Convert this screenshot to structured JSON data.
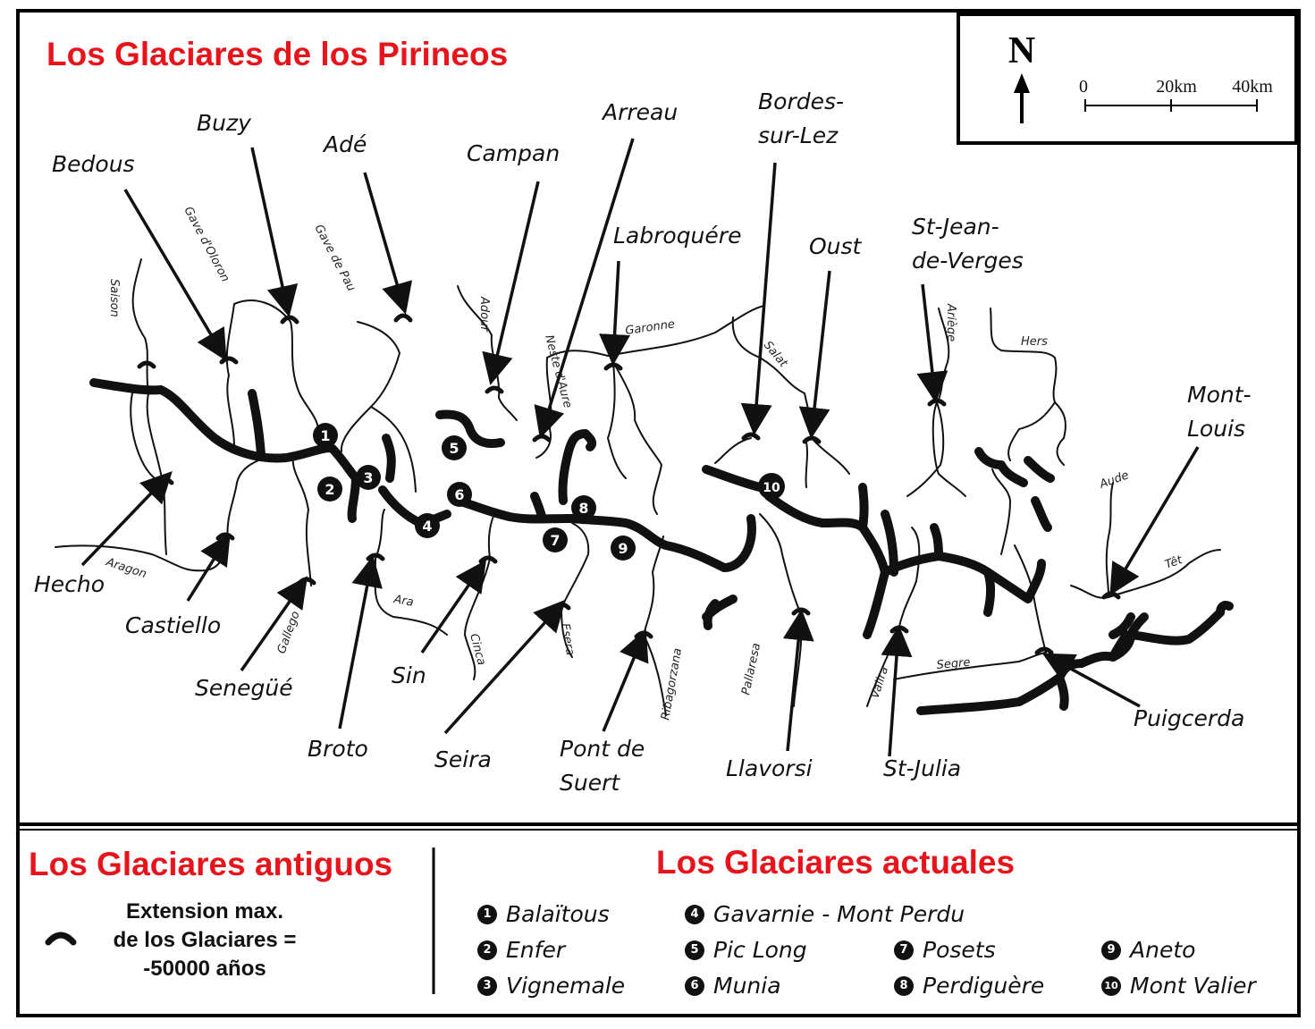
{
  "title": "Los Glaciares de los Pirineos",
  "north": "N",
  "scale": {
    "labels": [
      "0",
      "20km",
      "40km"
    ]
  },
  "towns": [
    {
      "id": "bedous",
      "lines": [
        "Bedous"
      ]
    },
    {
      "id": "buzy",
      "lines": [
        "Buzy"
      ]
    },
    {
      "id": "ade",
      "lines": [
        "Adé"
      ]
    },
    {
      "id": "campan",
      "lines": [
        "Campan"
      ]
    },
    {
      "id": "arreau",
      "lines": [
        "Arreau"
      ]
    },
    {
      "id": "bordes",
      "lines": [
        "Bordes-",
        "sur-Lez"
      ]
    },
    {
      "id": "labroquere",
      "lines": [
        "Labroquére"
      ]
    },
    {
      "id": "oust",
      "lines": [
        "Oust"
      ]
    },
    {
      "id": "stjean",
      "lines": [
        "St-Jean-",
        "de-Verges"
      ]
    },
    {
      "id": "montlouis",
      "lines": [
        "Mont-",
        "Louis"
      ]
    },
    {
      "id": "hecho",
      "lines": [
        "Hecho"
      ]
    },
    {
      "id": "castiello",
      "lines": [
        "Castiello"
      ]
    },
    {
      "id": "senegue",
      "lines": [
        "Senegüé"
      ]
    },
    {
      "id": "broto",
      "lines": [
        "Broto"
      ]
    },
    {
      "id": "sin",
      "lines": [
        "Sin"
      ]
    },
    {
      "id": "seira",
      "lines": [
        "Seira"
      ]
    },
    {
      "id": "pontdesuert",
      "lines": [
        "Pont de",
        "Suert"
      ]
    },
    {
      "id": "llavorsi",
      "lines": [
        "Llavorsi"
      ]
    },
    {
      "id": "stjulia",
      "lines": [
        "St-Julia"
      ]
    },
    {
      "id": "puigcerda",
      "lines": [
        "Puigcerda"
      ]
    }
  ],
  "rivers": [
    {
      "id": "saison",
      "label": "Saison"
    },
    {
      "id": "gave_oloron",
      "label": "Gave d'Oloron"
    },
    {
      "id": "gave_pau",
      "label": "Gave de Pau"
    },
    {
      "id": "adour",
      "label": "Adour"
    },
    {
      "id": "neste",
      "label": "Neste d'Aure"
    },
    {
      "id": "garonne",
      "label": "Garonne"
    },
    {
      "id": "salat",
      "label": "Salat"
    },
    {
      "id": "ariege",
      "label": "Ariège"
    },
    {
      "id": "hers",
      "label": "Hers"
    },
    {
      "id": "aude",
      "label": "Aude"
    },
    {
      "id": "tet",
      "label": "Têt"
    },
    {
      "id": "aragon",
      "label": "Aragon"
    },
    {
      "id": "gallego",
      "label": "Gallego"
    },
    {
      "id": "ara",
      "label": "Ara"
    },
    {
      "id": "cinca",
      "label": "Cinca"
    },
    {
      "id": "esera",
      "label": "Esera"
    },
    {
      "id": "ribagorzana",
      "label": "Ribagorzana"
    },
    {
      "id": "pallaresa",
      "label": "Pallaresa"
    },
    {
      "id": "valira",
      "label": "Valira"
    },
    {
      "id": "segre",
      "label": "Segre"
    }
  ],
  "map_glacier_numbers": [
    "1",
    "2",
    "3",
    "4",
    "5",
    "6",
    "7",
    "8",
    "9",
    "10"
  ],
  "legend": {
    "old_title": "Los Glaciares antiguos",
    "old_lines": [
      "Extension max.",
      "de los Glaciares =",
      "-50000 años"
    ],
    "current_title": "Los Glaciares actuales",
    "current": [
      {
        "num": "1",
        "name": "Balaïtous"
      },
      {
        "num": "2",
        "name": "Enfer"
      },
      {
        "num": "3",
        "name": "Vignemale"
      },
      {
        "num": "4",
        "name": "Gavarnie - Mont Perdu"
      },
      {
        "num": "5",
        "name": "Pic Long"
      },
      {
        "num": "6",
        "name": "Munia"
      },
      {
        "num": "7",
        "name": "Posets"
      },
      {
        "num": "8",
        "name": "Perdiguère"
      },
      {
        "num": "9",
        "name": "Aneto"
      },
      {
        "num": "10",
        "name": "Mont Valier"
      }
    ]
  }
}
